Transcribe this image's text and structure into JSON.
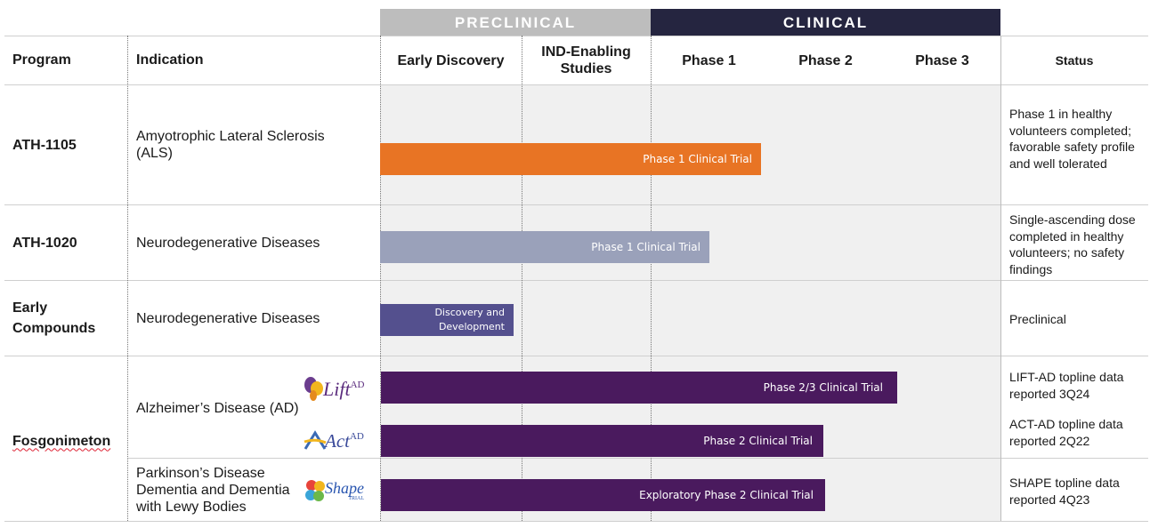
{
  "bands": {
    "preclinical": "PRECLINICAL",
    "clinical": "CLINICAL"
  },
  "headers": {
    "program": "Program",
    "indication": "Indication",
    "early_discovery": "Early Discovery",
    "ind_enabling": "IND-Enabling Studies",
    "phase1": "Phase 1",
    "phase2": "Phase 2",
    "phase3": "Phase 3",
    "status": "Status"
  },
  "rows": {
    "ath1105": {
      "program": "ATH-1105",
      "indication": "Amyotrophic Lateral Sclerosis (ALS)",
      "bar": "Phase 1 Clinical Trial",
      "status": "Phase 1 in healthy volunteers completed; favorable safety profile and well tolerated"
    },
    "ath1020": {
      "program": "ATH-1020",
      "indication": "Neurodegenerative Diseases",
      "bar": "Phase 1 Clinical Trial",
      "status": "Single-ascending dose completed in healthy volunteers; no safety findings"
    },
    "early": {
      "program": "Early Compounds",
      "indication": "Neurodegenerative Diseases",
      "bar": "Discovery and Development",
      "status": "Preclinical"
    },
    "fosgonimeton": {
      "program": "Fosgonimeton",
      "ad_indication": "Alzheimer’s Disease (AD)",
      "lift_bar": "Phase 2/3 Clinical Trial",
      "lift_status": "LIFT-AD topline data reported 3Q24",
      "act_bar": "Phase 2 Clinical Trial",
      "act_status": "ACT-AD topline data reported 2Q22",
      "pd_indication": "Parkinson’s Disease Dementia and Dementia with Lewy Bodies",
      "shape_bar": "Exploratory Phase 2 Clinical Trial",
      "shape_status": "SHAPE topline data reported 4Q23"
    }
  },
  "logos": {
    "lift": {
      "word": "Lift",
      "sup": "AD"
    },
    "act": {
      "word": "Act",
      "sup": "AD"
    },
    "shape": {
      "word": "Shape",
      "sub": "TRIAL"
    }
  },
  "colors": {
    "preclinical_band": "#bdbdbd",
    "clinical_band": "#252540",
    "bar_ath1105": "#e87424",
    "bar_ath1020": "#9aa1ba",
    "bar_early": "#54508e",
    "bar_fosgonimeton": "#4a1a5e"
  },
  "chart_data": {
    "type": "bar",
    "stages": [
      "Early Discovery",
      "IND-Enabling Studies",
      "Phase 1",
      "Phase 2",
      "Phase 3"
    ],
    "bars": [
      {
        "label": "Phase 1 Clinical Trial",
        "program": "ATH-1105",
        "end_stage_position": 2.85
      },
      {
        "label": "Phase 1 Clinical Trial",
        "program": "ATH-1020",
        "end_stage_position": 2.45
      },
      {
        "label": "Discovery and Development",
        "program": "Early Compounds",
        "end_stage_position": 0.95
      },
      {
        "label": "Phase 2/3 Clinical Trial",
        "program": "Fosgonimeton",
        "end_stage_position": 4.2
      },
      {
        "label": "Phase 2 Clinical Trial",
        "program": "Fosgonimeton",
        "end_stage_position": 3.6
      },
      {
        "label": "Exploratory Phase 2 Clinical Trial",
        "program": "Fosgonimeton",
        "end_stage_position": 3.65
      }
    ]
  }
}
